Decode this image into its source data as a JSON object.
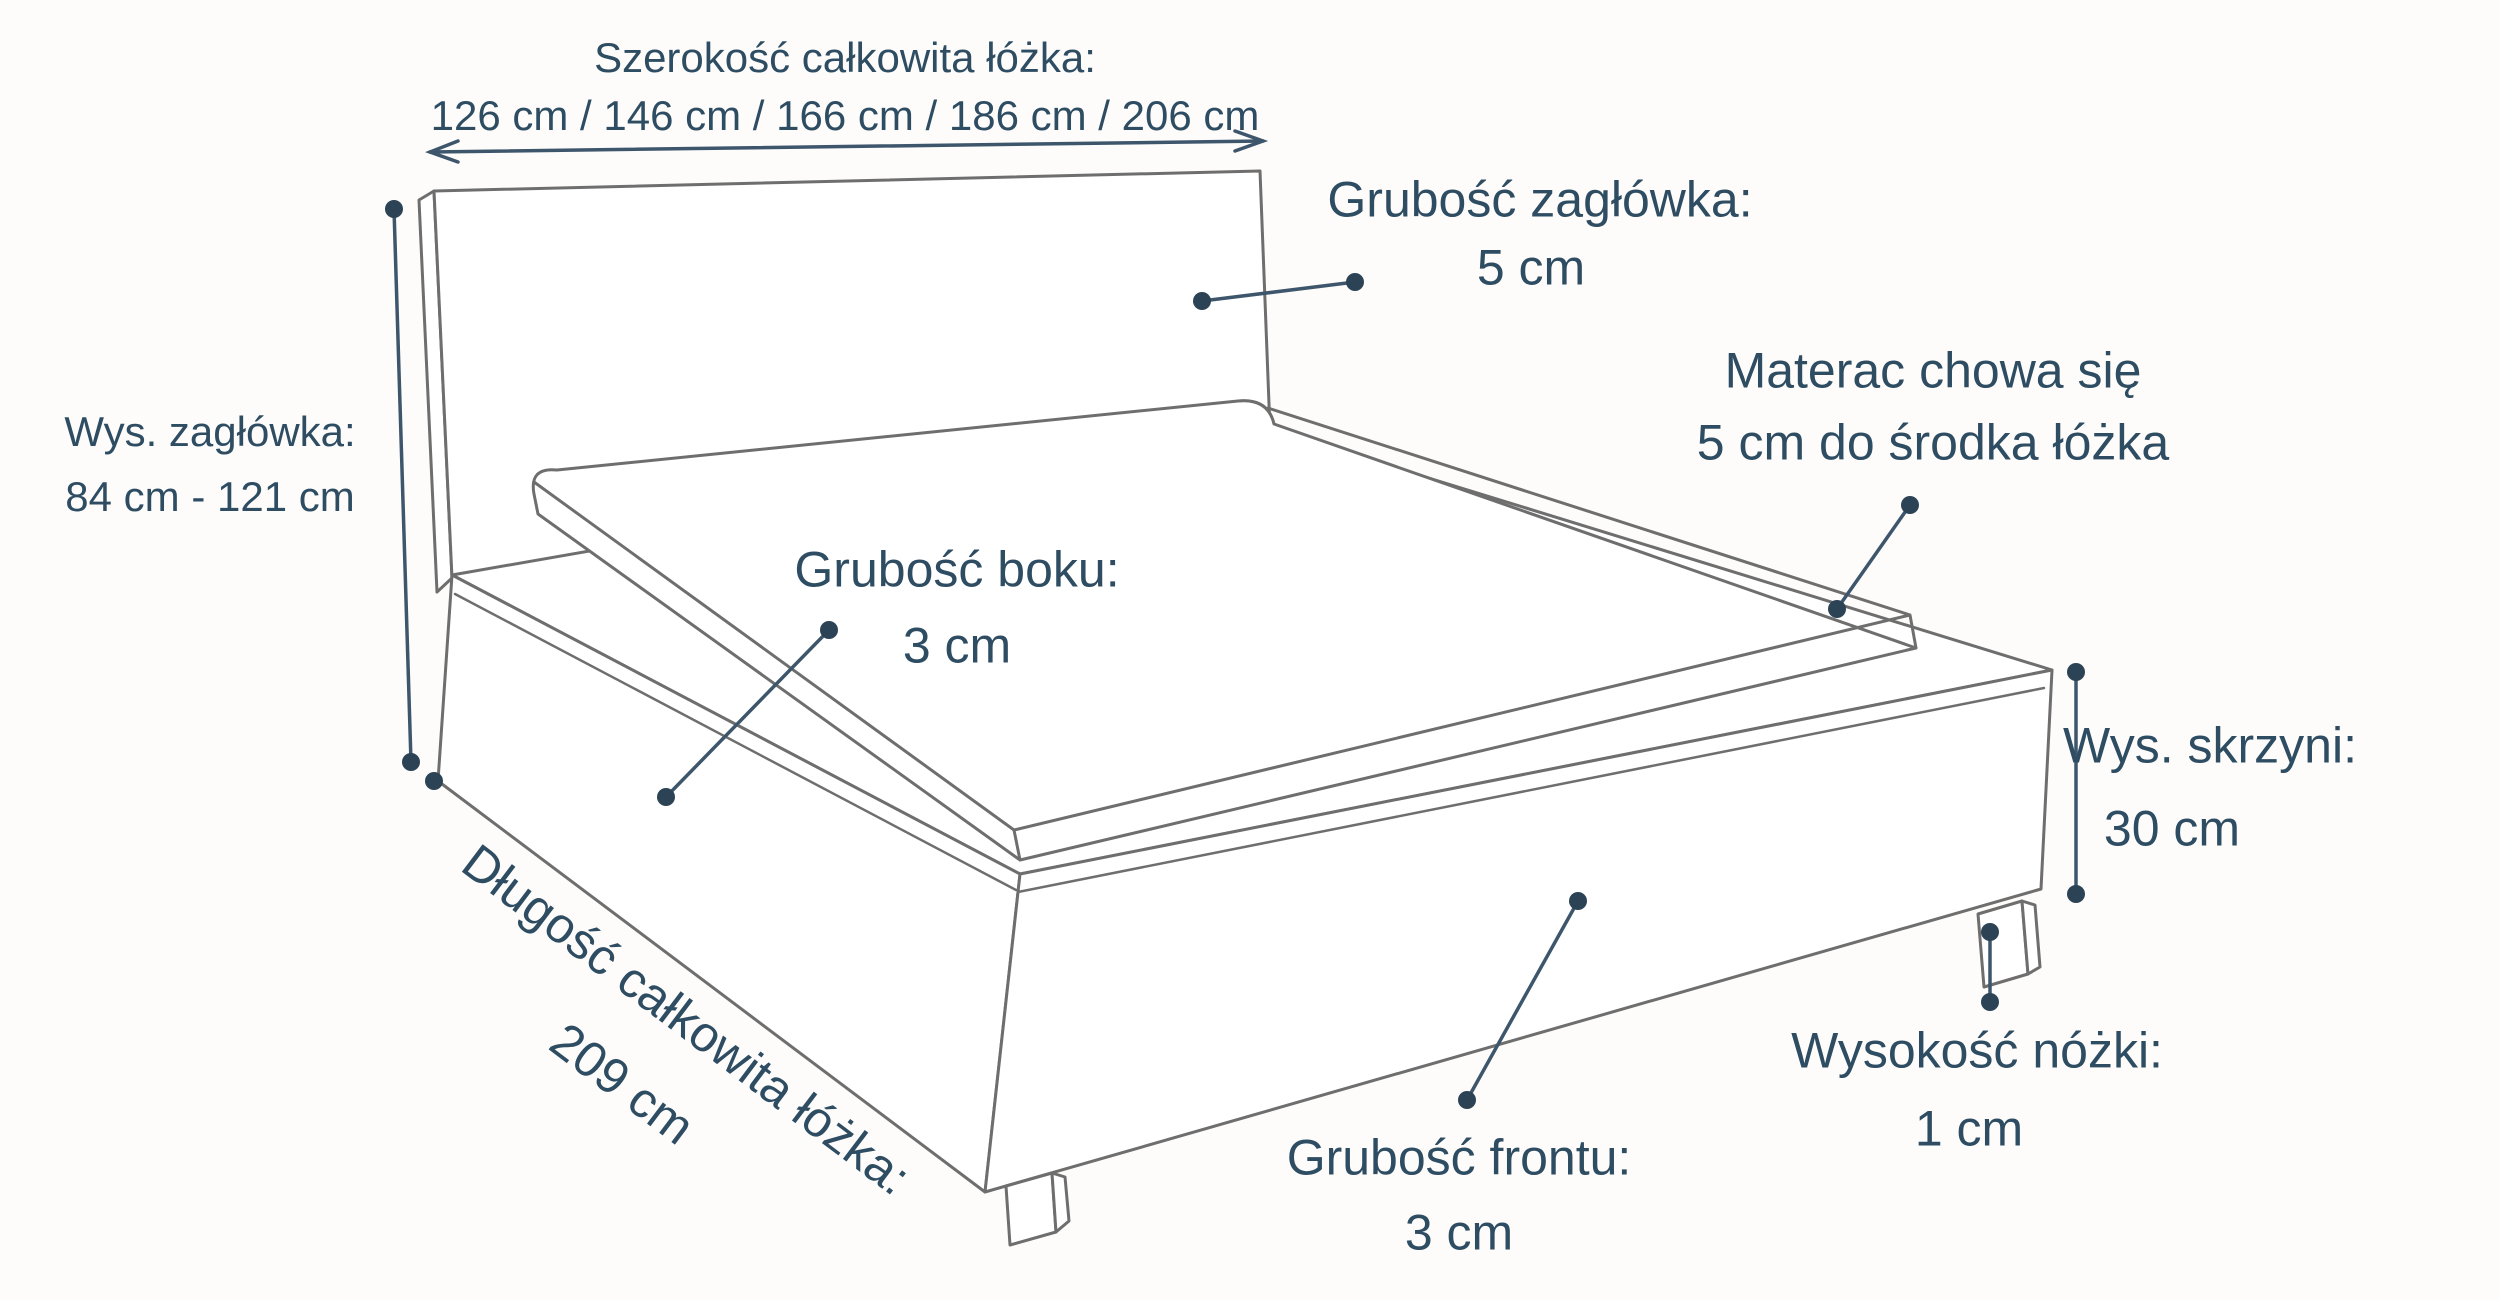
{
  "labels": {
    "total_width": {
      "line1": "Szerokość całkowita łóżka:",
      "line2": "126 cm / 146 cm / 166 cm / 186 cm / 206 cm"
    },
    "headboard_height": {
      "line1": "Wys. zagłówka:",
      "line2": "84 cm - 121 cm"
    },
    "headboard_thickness": {
      "line1": "Grubość zagłówka:",
      "line2": "5 cm"
    },
    "mattress_recess": {
      "line1": "Materac chowa się",
      "line2": "5 cm do środka łóżka"
    },
    "side_thickness": {
      "line1": "Grubość boku:",
      "line2": "3 cm"
    },
    "box_height": {
      "line1": "Wys. skrzyni:",
      "line2": "30 cm"
    },
    "leg_height": {
      "line1": "Wysokość nóżki:",
      "line2": "1 cm"
    },
    "front_thickness": {
      "line1": "Grubość frontu:",
      "line2": "3 cm"
    },
    "total_length": {
      "line1": "Długość całkowita łóżka:",
      "line2": "209 cm"
    }
  },
  "colors": {
    "label_text": "#2e4d63",
    "drawing_outline": "#6e6e6e",
    "dimension_marker": "#2c4356",
    "background": "#fdfcfa"
  }
}
